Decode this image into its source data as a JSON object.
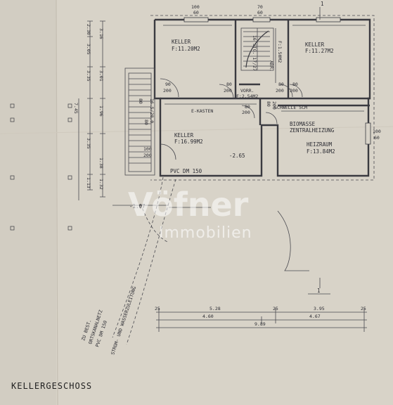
{
  "title": "KELLERGESCHOSS",
  "watermark": {
    "brand": "Vöfner",
    "sub": "Immobilien"
  },
  "rooms": [
    {
      "name": "KELLER",
      "area": "F:11.20M2"
    },
    {
      "name": "KELLER",
      "area": "F:11.27M2"
    },
    {
      "name": "KELLER",
      "area": "F:16.99M2"
    },
    {
      "name": "HEIZRAUM",
      "area": "F:13.84M2"
    }
  ],
  "labels": {
    "vorr_name": "VORR.",
    "vorr_area": "F:2.54M2",
    "abr": "ABR.",
    "abr_area": "F:1.50M2",
    "schwelle": "SCHWELLE 5CM",
    "biomasse_1": "BIOMASSE",
    "biomasse_2": "ZENTRALHEIZUNG",
    "e_kasten": "E-KASTEN",
    "pvc": "PVC DM 150",
    "level_inside": "-2.65",
    "level_outside": "-1.07",
    "section": "1",
    "kanal_1": "ZU BEST.",
    "kanal_2": "ORTSKANALNETZ",
    "kanal_3": "PVC DM 150",
    "zuleitung": "STROM- UND WASSERZULEITUNG"
  },
  "door_dims": [
    {
      "w": "90",
      "h": "200"
    },
    {
      "w": "80",
      "h": "200"
    },
    {
      "w": "80",
      "h": "200"
    },
    {
      "w": "80",
      "h": "200"
    },
    {
      "w": "80",
      "h": "200"
    },
    {
      "w": "80",
      "h": "200"
    },
    {
      "w": "100",
      "h": "200"
    }
  ],
  "window_dims": [
    {
      "w": "100",
      "h": "60"
    },
    {
      "w": "70",
      "h": "60"
    },
    {
      "w": "100",
      "h": "60"
    }
  ],
  "bottom_dims": {
    "row1": [
      "5.28",
      "3.95"
    ],
    "row2": [
      "4.60",
      "4.67"
    ],
    "row3": [
      "9.89"
    ],
    "ticks": [
      "25",
      "25",
      "25"
    ]
  },
  "left_dims": {
    "col1": [
      "2.30",
      "3.05",
      "3.35",
      "7.45",
      "3.35"
    ],
    "col2": [
      "3.16",
      "3.01",
      "1.38",
      "1.96"
    ],
    "small": [
      "1.13",
      "1.32",
      "80",
      "80"
    ]
  },
  "stair": {
    "label": "16 STG. 17/27",
    "dims": "16.5/28.0"
  }
}
